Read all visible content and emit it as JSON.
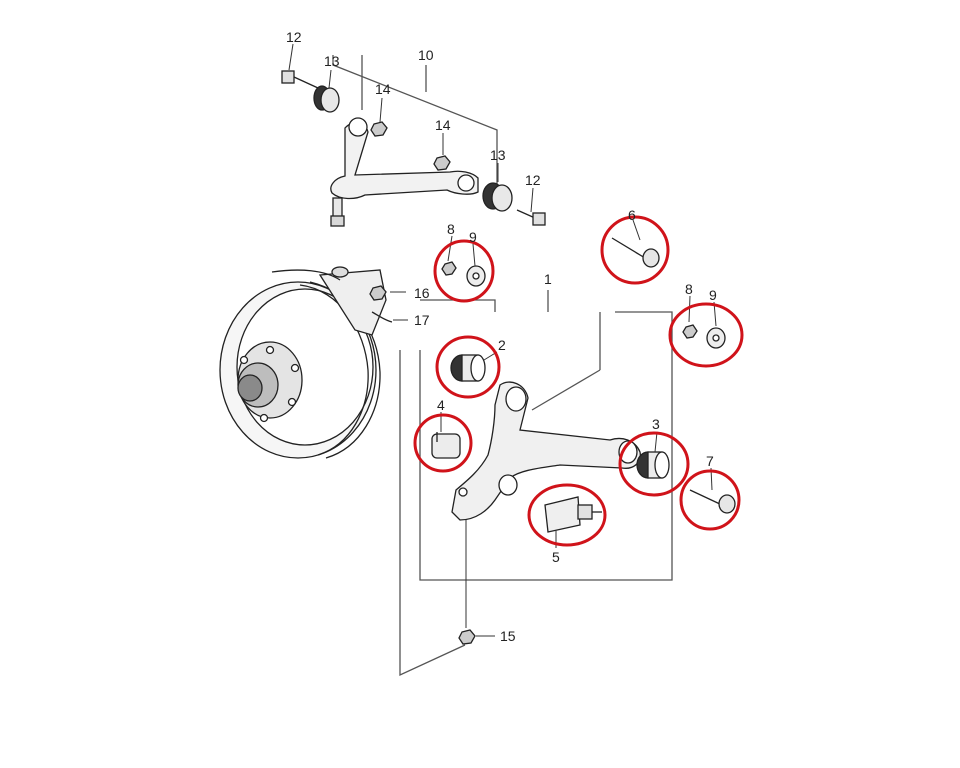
{
  "figure": {
    "callouts": {
      "c1": "1",
      "c2": "2",
      "c3": "3",
      "c4": "4",
      "c5": "5",
      "c6": "6",
      "c7": "7",
      "c8a": "8",
      "c8b": "8",
      "c9a": "9",
      "c9b": "9",
      "c10": "10",
      "c12a": "12",
      "c12b": "12",
      "c13a": "13",
      "c13b": "13",
      "c14a": "14",
      "c14b": "14",
      "c15": "15",
      "c16": "16",
      "c17": "17"
    },
    "highlight_color": "#d0131a",
    "line_color": "#333333"
  }
}
